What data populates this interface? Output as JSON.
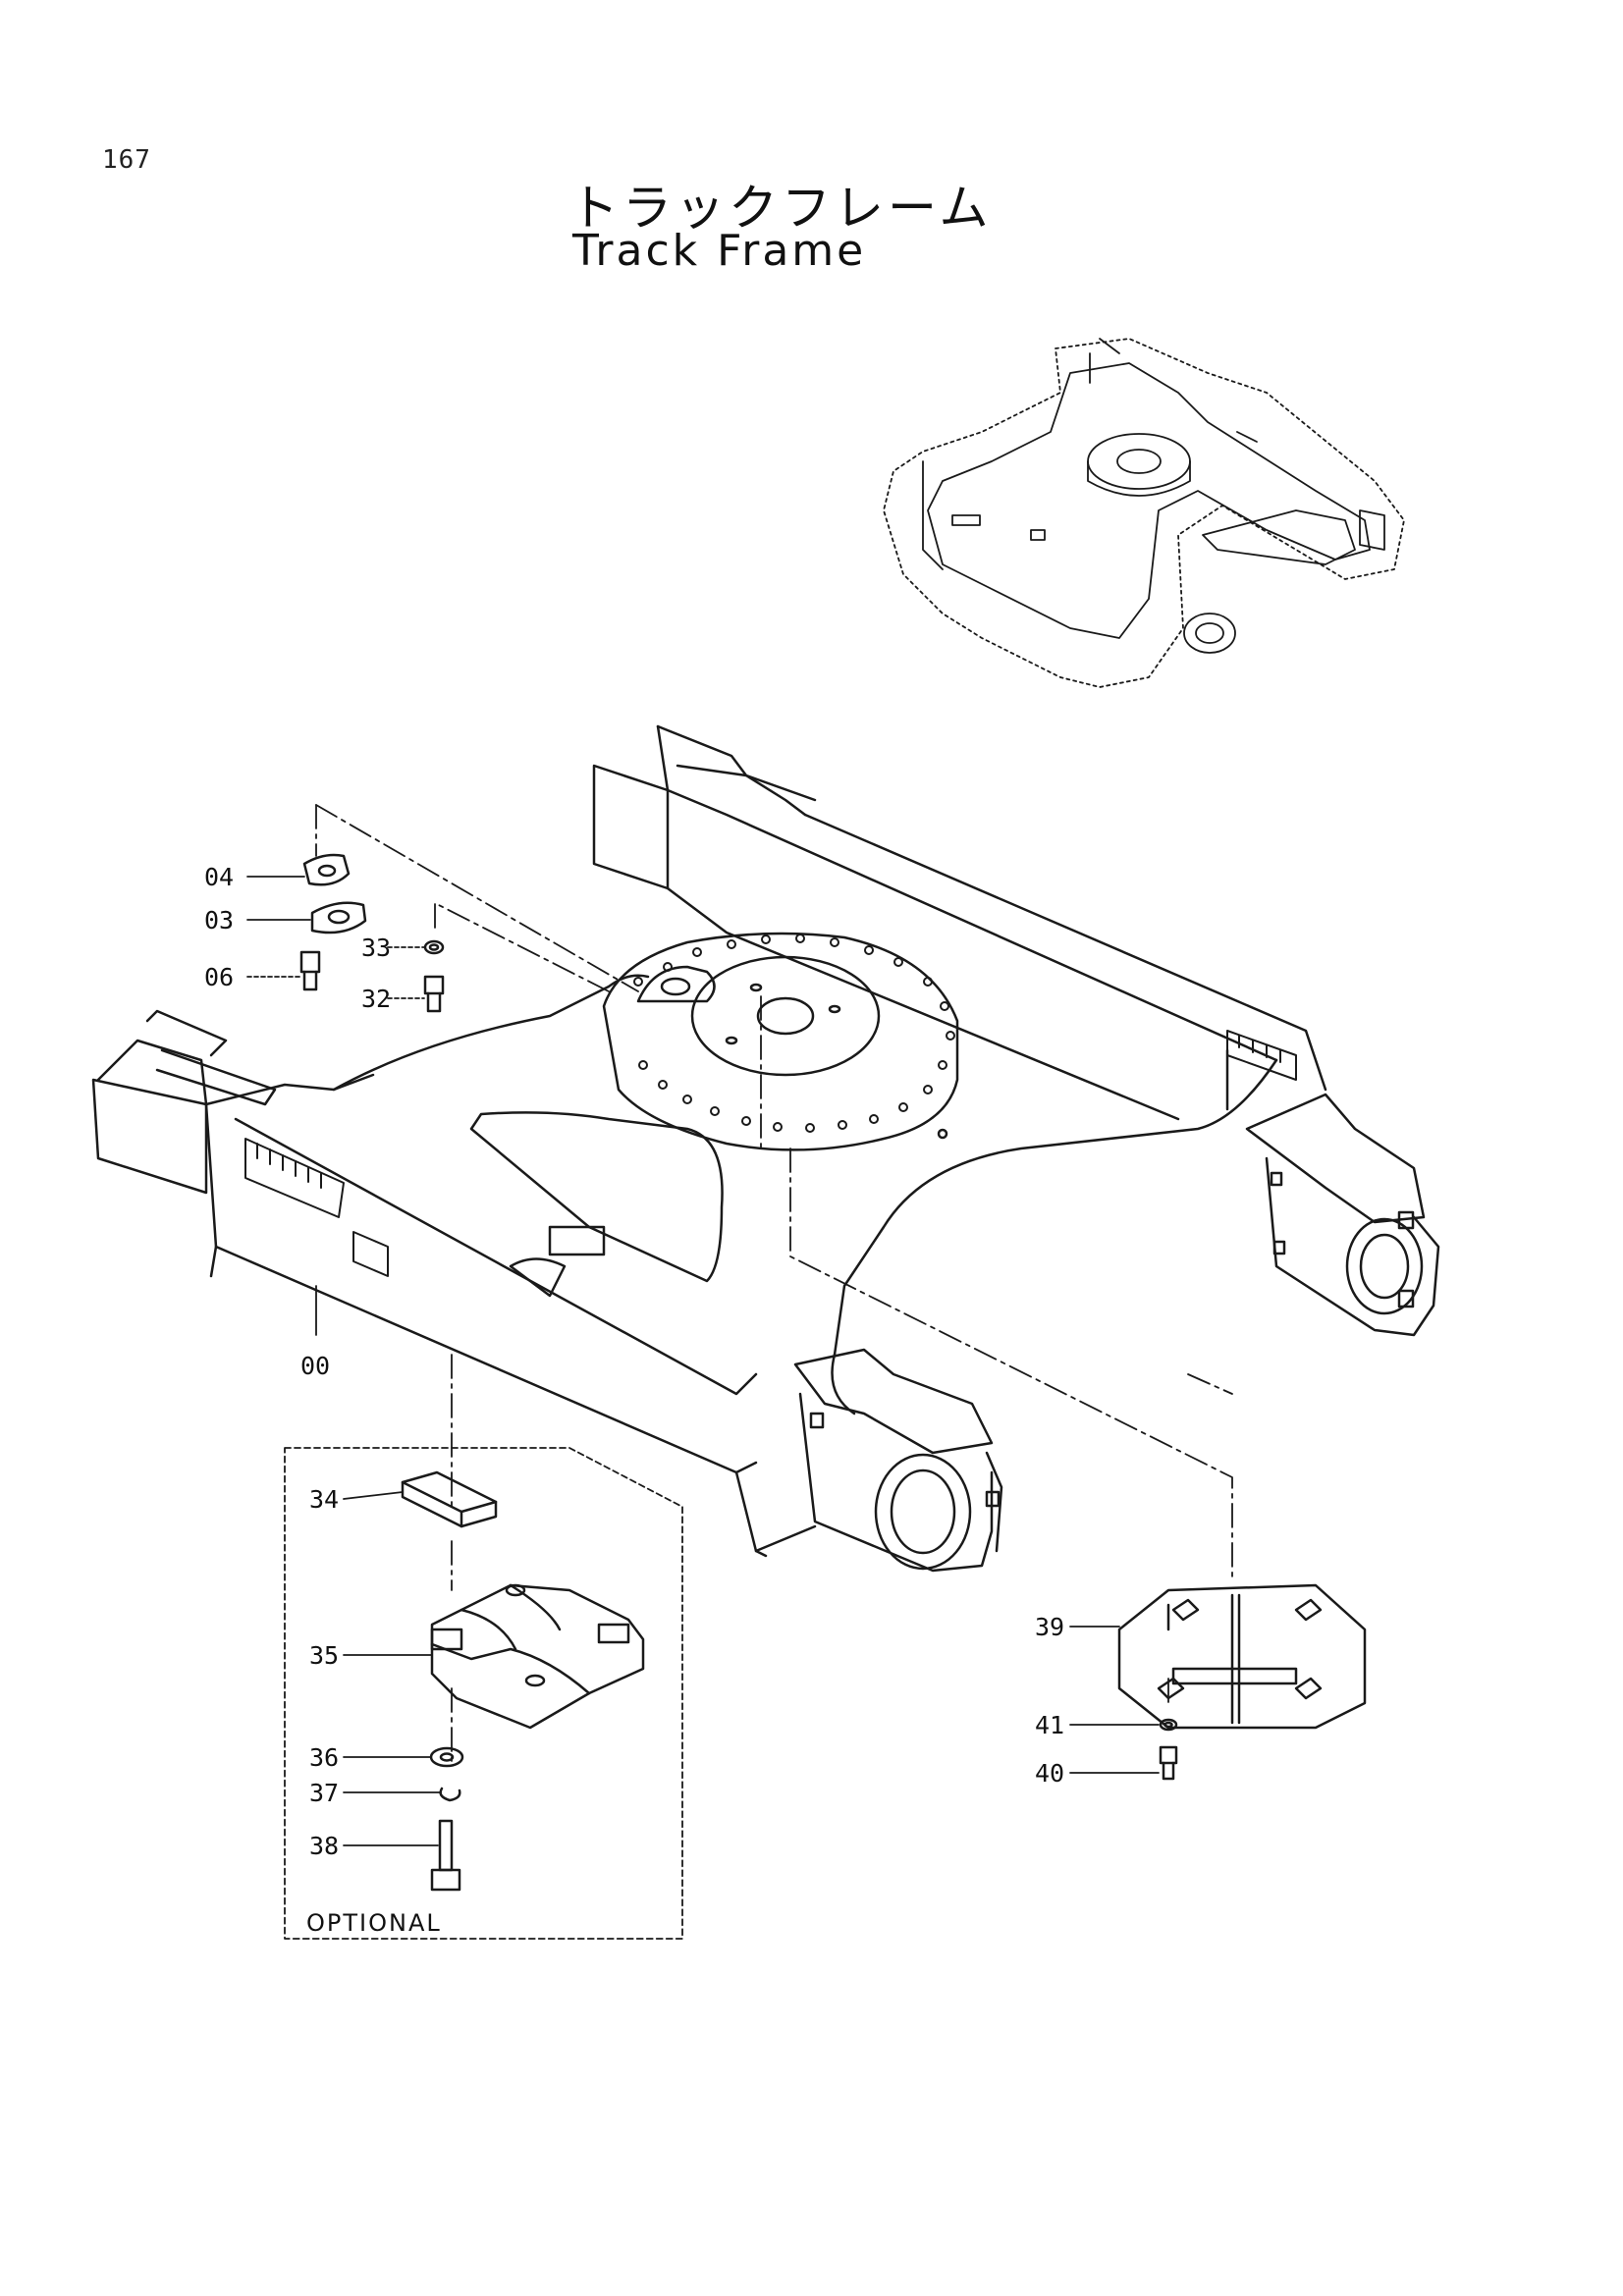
{
  "page": {
    "number": "167",
    "title_jp": "トラックフレーム",
    "title_en": "Track Frame"
  },
  "callouts": {
    "c04": "04",
    "c03": "03",
    "c06": "06",
    "c33": "33",
    "c32": "32",
    "c00": "00",
    "c34": "34",
    "c35": "35",
    "c36": "36",
    "c37": "37",
    "c38": "38",
    "c39": "39",
    "c41": "41",
    "c40": "40"
  },
  "optional_box": {
    "label": "OPTIONAL"
  }
}
